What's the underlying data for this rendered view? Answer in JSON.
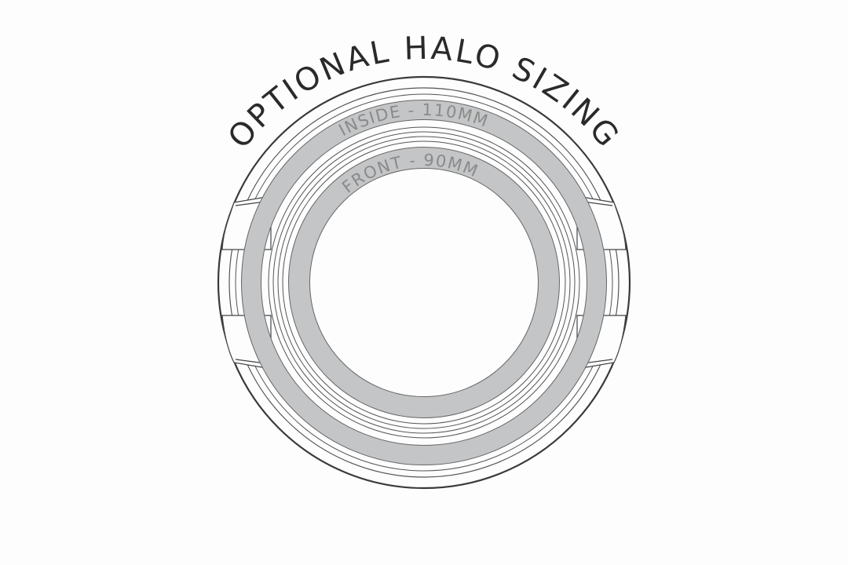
{
  "title": "OPTIONAL HALO SIZING",
  "labels": {
    "inside": "INSIDE - 110MM",
    "front": "FRONT - 90MM"
  },
  "colors": {
    "line": "#3a3a3a",
    "halo_band": "#c4c5c6",
    "title": "#2a2a2a",
    "label": "#8a8a8a"
  }
}
